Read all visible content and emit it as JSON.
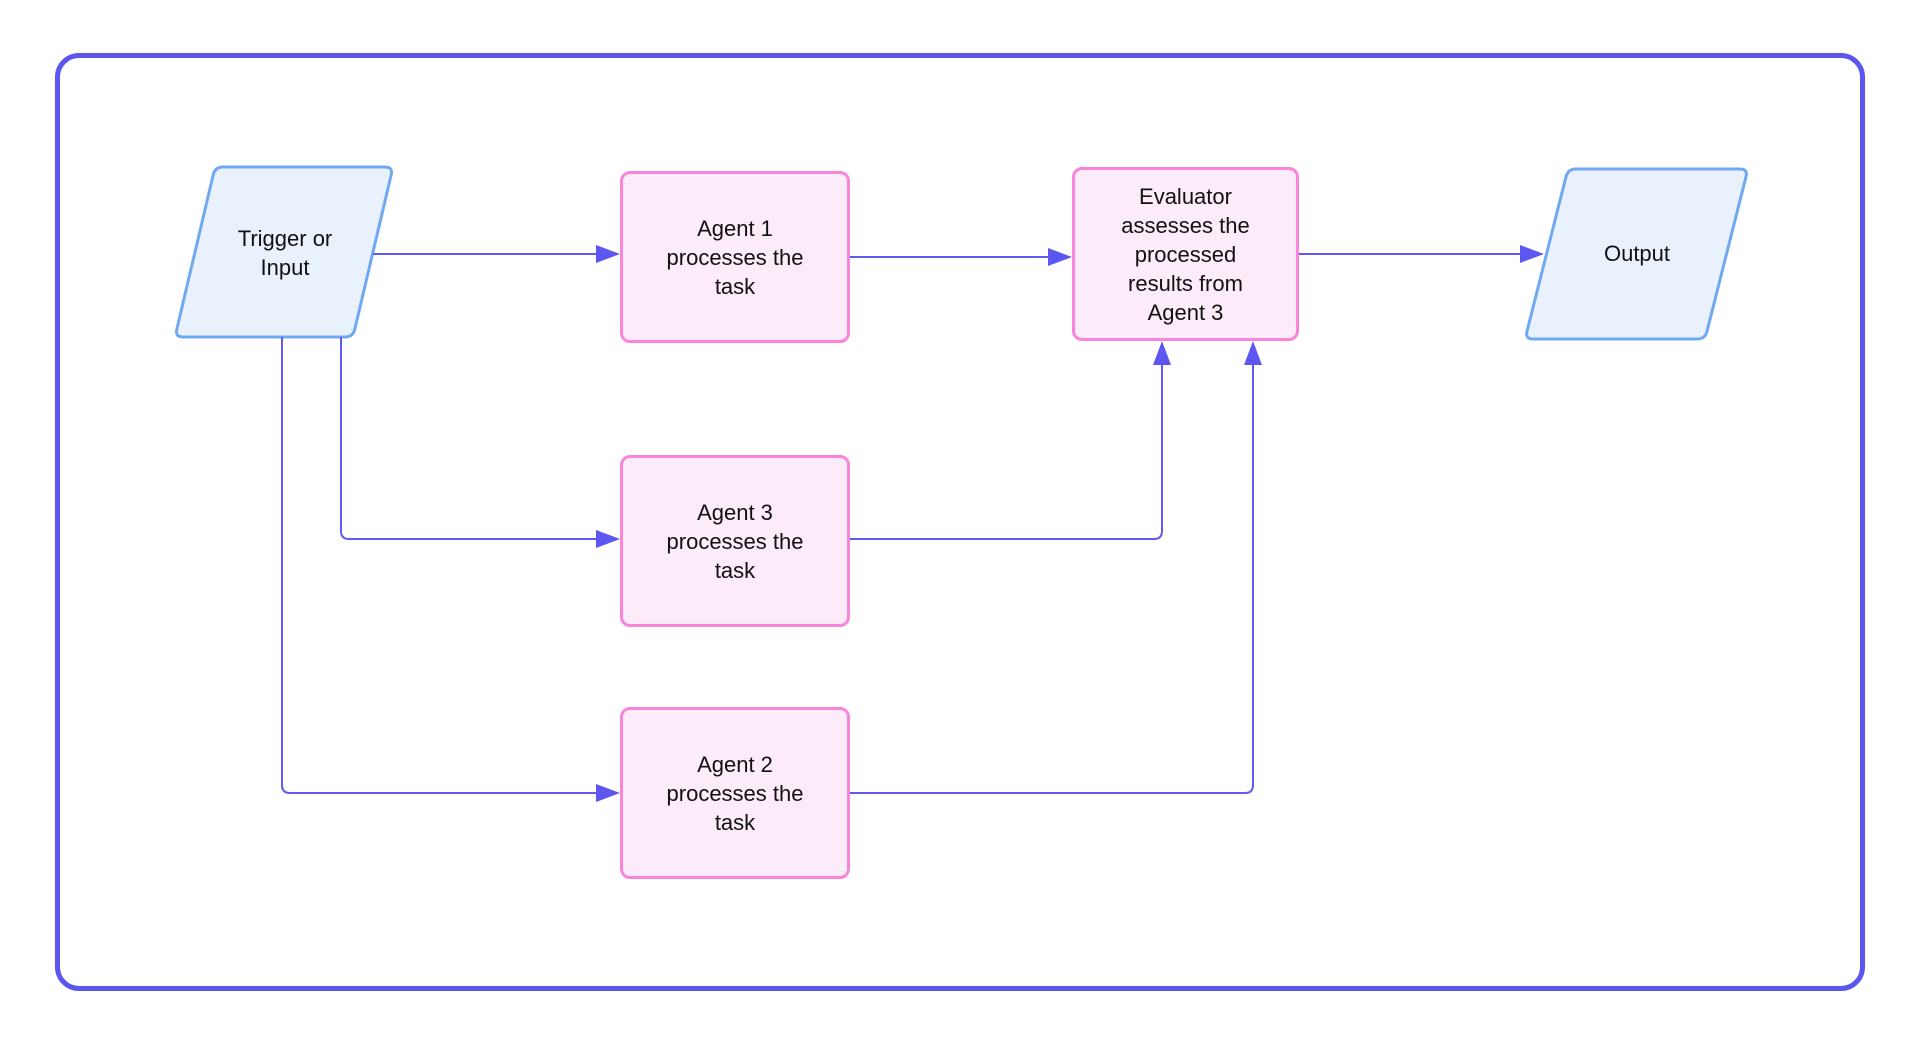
{
  "diagram": {
    "type": "flowchart",
    "nodes": {
      "trigger": {
        "label": "Trigger or\nInput",
        "shape": "parallelogram",
        "fill": "#e9f1fc",
        "border": "#70a9f2"
      },
      "agent1": {
        "label": "Agent 1\nprocesses the\ntask",
        "shape": "rounded-rect",
        "fill": "#fcebf8",
        "border": "#f884dc"
      },
      "agent3": {
        "label": "Agent 3\nprocesses the\ntask",
        "shape": "rounded-rect",
        "fill": "#fcebf8",
        "border": "#f884dc"
      },
      "agent2": {
        "label": "Agent 2\nprocesses the\ntask",
        "shape": "rounded-rect",
        "fill": "#fcebf8",
        "border": "#f884dc"
      },
      "evaluator": {
        "label": "Evaluator\nassesses the\nprocessed\nresults from\nAgent 3",
        "shape": "rounded-rect",
        "fill": "#fcebf8",
        "border": "#f884dc"
      },
      "output": {
        "label": "Output",
        "shape": "parallelogram",
        "fill": "#e9f1fc",
        "border": "#70a9f2"
      }
    },
    "edges": [
      {
        "from": "trigger",
        "to": "agent1",
        "style": "straight-arrow"
      },
      {
        "from": "trigger",
        "to": "agent3",
        "style": "elbow-arrow"
      },
      {
        "from": "trigger",
        "to": "agent2",
        "style": "elbow-arrow"
      },
      {
        "from": "agent1",
        "to": "evaluator",
        "style": "straight-arrow"
      },
      {
        "from": "agent3",
        "to": "evaluator",
        "style": "elbow-arrow-up"
      },
      {
        "from": "agent2",
        "to": "evaluator",
        "style": "elbow-arrow-up"
      },
      {
        "from": "evaluator",
        "to": "output",
        "style": "straight-arrow"
      }
    ],
    "colors": {
      "background": "#ffffff",
      "frame_border": "#5b57ee",
      "connector": "#5f5bf2",
      "process_fill": "#fcebf8",
      "process_border": "#f884dc",
      "io_fill": "#e9f1fc",
      "io_border": "#70a9f2",
      "text": "#111111"
    }
  }
}
